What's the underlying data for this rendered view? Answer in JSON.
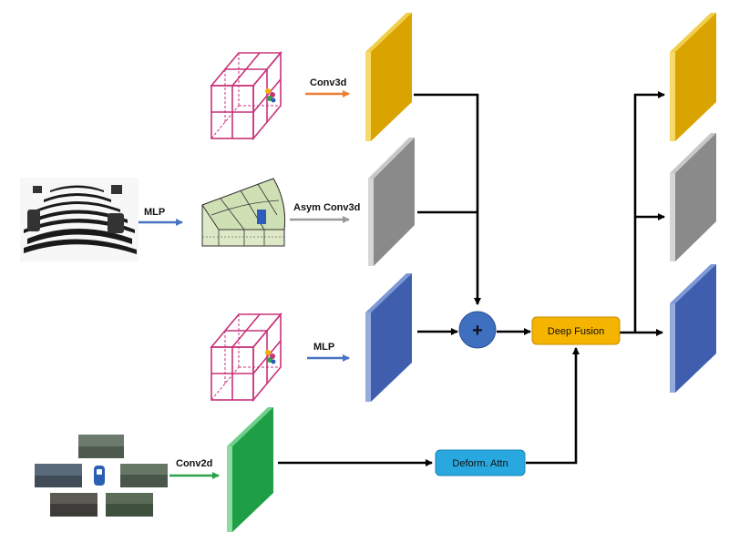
{
  "labels": {
    "mlp_top": "MLP",
    "conv3d": "Conv3d",
    "asym_conv3d": "Asym Conv3d",
    "mlp_bottom": "MLP",
    "conv2d": "Conv2d",
    "deep_fusion": "Deep Fusion",
    "deform_attn": "Deform. Attn",
    "plus": "+"
  },
  "colors": {
    "orange": "#d4a000",
    "gray": "#8a8a8a",
    "blue": "#3f5fae",
    "green": "#1e9e45",
    "fusion": "#f4b400",
    "attn": "#29a8e0",
    "circle": "#3f6fbf",
    "voxel": "#c8327a",
    "arrow_orange": "#ec7d31",
    "arrow_gray": "#9a9a9a",
    "arrow_blue": "#4a72c4",
    "arrow_green": "#2ca24a"
  }
}
